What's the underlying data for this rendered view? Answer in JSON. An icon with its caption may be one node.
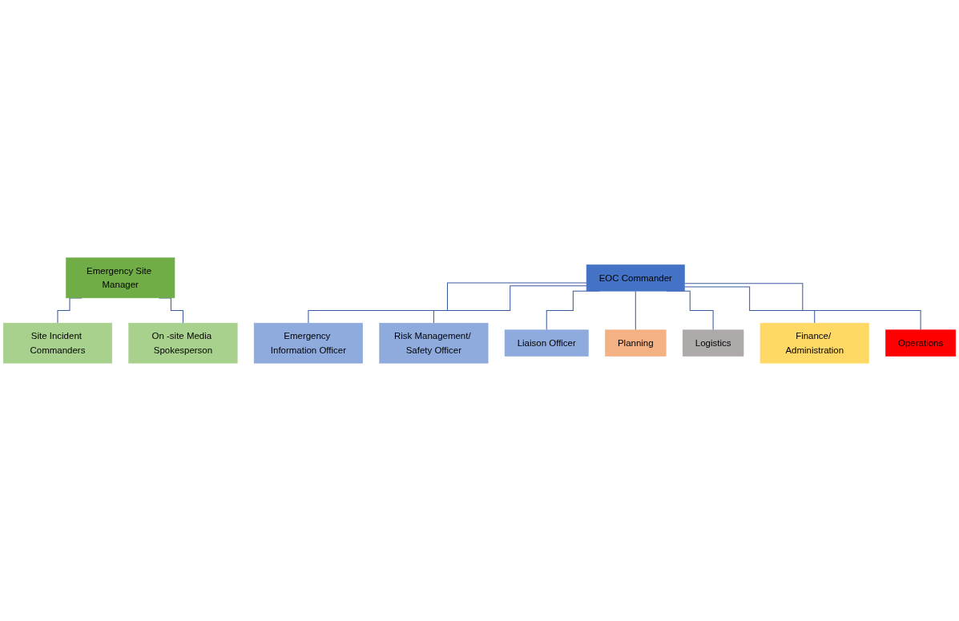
{
  "diagram": {
    "nodes": [
      {
        "text": [
          "Emergency Site Manager"
        ]
      },
      {
        "text": [
          "Site Incident Commanders"
        ]
      },
      {
        "text": [
          "On -site Media Spokesperson"
        ]
      },
      {
        "text": [
          "EOC Commander"
        ]
      },
      {
        "text": [
          "Emergency Information Officer"
        ]
      },
      {
        "text": [
          "Risk Management/ Safety Officer"
        ]
      },
      {
        "text": [
          "Liaison Officer"
        ]
      },
      {
        "text": [
          "Planning"
        ]
      },
      {
        "text": [
          "Logistics"
        ]
      },
      {
        "text": [
          "Finance/ Administration"
        ]
      },
      {
        "text": [
          "Operations"
        ]
      }
    ],
    "edges": [
      {
        "from": 0,
        "to": 1,
        "arrow": "none"
      },
      {
        "from": 0,
        "to": 2,
        "arrow": "none"
      },
      {
        "from": 3,
        "to": 4,
        "arrow": "none"
      },
      {
        "from": 3,
        "to": 5,
        "arrow": "none"
      },
      {
        "from": 3,
        "to": 6,
        "arrow": "none"
      },
      {
        "from": 3,
        "to": 7,
        "arrow": "none"
      },
      {
        "from": 3,
        "to": 8,
        "arrow": "none"
      },
      {
        "from": 3,
        "to": 9,
        "arrow": "none"
      },
      {
        "from": 3,
        "to": 10,
        "arrow": "none"
      }
    ]
  }
}
